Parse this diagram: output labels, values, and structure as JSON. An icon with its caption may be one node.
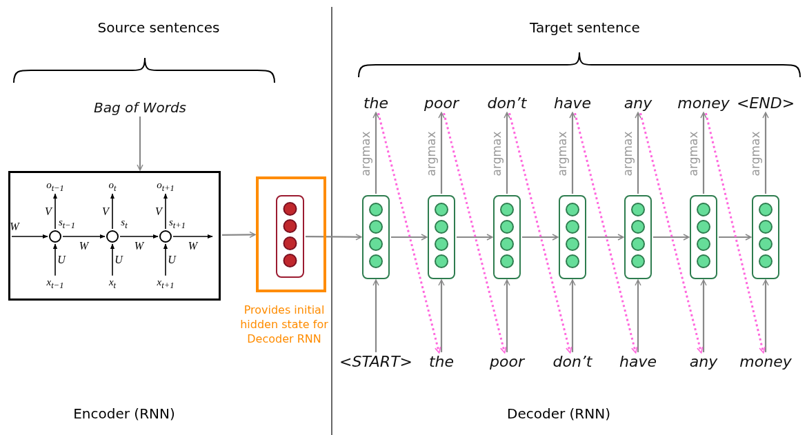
{
  "diagram": {
    "nodes": [
      {
        "text": [
          "Bag of Words"
        ]
      },
      {
        "text": [],
        "shape": "box"
      },
      {
        "text": [],
        "shape": "circle",
        "in": 1,
        "beside": [
          "s$_{t−1}$"
        ]
      },
      {
        "text": [],
        "shape": "circle",
        "in": 1,
        "beside": [
          "s$_{t}$"
        ]
      },
      {
        "text": [],
        "shape": "circle",
        "in": 1,
        "beside": [
          "s$_{t+1}$"
        ]
      },
      {
        "text": [
          "o$_{t−1}$"
        ],
        "in": 1
      },
      {
        "text": [
          "o$_{t}$"
        ],
        "in": 1
      },
      {
        "text": [
          "o$_{t+1}$"
        ],
        "in": 1
      },
      {
        "text": [
          "x$_{t−1}$"
        ],
        "in": 1
      },
      {
        "text": [
          "x$_{t}$"
        ],
        "in": 1
      },
      {
        "text": [
          "x$_{t+1}$"
        ],
        "in": 1
      },
      {
        "text": [],
        "shape": "box",
        "beside": [
          "Provides initial hidden state for Decoder RNN"
        ]
      },
      {
        "text": [],
        "shape": "box",
        "in": 11
      },
      {
        "text": [],
        "shape": "box"
      },
      {
        "text": [],
        "shape": "box"
      },
      {
        "text": [],
        "shape": "box"
      },
      {
        "text": [],
        "shape": "box"
      },
      {
        "text": [],
        "shape": "box"
      },
      {
        "text": [],
        "shape": "box"
      },
      {
        "text": [],
        "shape": "box"
      },
      {
        "text": [
          "the"
        ]
      },
      {
        "text": [
          "poor"
        ]
      },
      {
        "text": [
          "don’t"
        ]
      },
      {
        "text": [
          "have"
        ]
      },
      {
        "text": [
          "any"
        ]
      },
      {
        "text": [
          "money"
        ]
      },
      {
        "text": [
          "<END>"
        ]
      },
      {
        "text": [
          "<START>"
        ]
      },
      {
        "text": [
          "the"
        ]
      },
      {
        "text": [
          "poor"
        ]
      },
      {
        "text": [
          "don’t"
        ]
      },
      {
        "text": [
          "have"
        ]
      },
      {
        "text": [
          "any"
        ]
      },
      {
        "text": [
          "money"
        ]
      }
    ],
    "edges": [
      {
        "from": 0,
        "to": 1,
        "arrow": "to"
      },
      {
        "from": null,
        "to": 2,
        "arrow": "to",
        "label": "W",
        "color": "#000000"
      },
      {
        "from": 2,
        "to": 3,
        "arrow": "to",
        "label": "W",
        "color": "#000000"
      },
      {
        "from": 3,
        "to": 4,
        "arrow": "to",
        "label": "W",
        "color": "#000000"
      },
      {
        "from": 4,
        "to": null,
        "arrow": "to",
        "label": "W",
        "color": "#000000"
      },
      {
        "from": 8,
        "to": 2,
        "arrow": "to",
        "label": "U",
        "color": "#000000"
      },
      {
        "from": 9,
        "to": 3,
        "arrow": "to",
        "label": "U",
        "color": "#000000"
      },
      {
        "from": 10,
        "to": 4,
        "arrow": "to",
        "label": "U",
        "color": "#000000"
      },
      {
        "from": 2,
        "to": 5,
        "arrow": "to",
        "label": "V",
        "color": "#000000"
      },
      {
        "from": 3,
        "to": 6,
        "arrow": "to",
        "label": "V",
        "color": "#000000"
      },
      {
        "from": 4,
        "to": 7,
        "arrow": "to",
        "label": "V",
        "color": "#000000"
      },
      {
        "from": 1,
        "to": 11,
        "arrow": "to"
      },
      {
        "from": 12,
        "to": 13,
        "arrow": "to"
      },
      {
        "from": 13,
        "to": 14,
        "arrow": "to"
      },
      {
        "from": 14,
        "to": 15,
        "arrow": "to"
      },
      {
        "from": 15,
        "to": 16,
        "arrow": "to"
      },
      {
        "from": 16,
        "to": 17,
        "arrow": "to"
      },
      {
        "from": 17,
        "to": 18,
        "arrow": "to"
      },
      {
        "from": 18,
        "to": 19,
        "arrow": "to"
      },
      {
        "from": 27,
        "to": 13,
        "arrow": "to"
      },
      {
        "from": 28,
        "to": 14,
        "arrow": "to"
      },
      {
        "from": 29,
        "to": 15,
        "arrow": "to"
      },
      {
        "from": 30,
        "to": 16,
        "arrow": "to"
      },
      {
        "from": 31,
        "to": 17,
        "arrow": "to"
      },
      {
        "from": 32,
        "to": 18,
        "arrow": "to"
      },
      {
        "from": 33,
        "to": 19,
        "arrow": "to"
      },
      {
        "from": 13,
        "to": 20,
        "arrow": "to",
        "label": "argmax"
      },
      {
        "from": 14,
        "to": 21,
        "arrow": "to",
        "label": "argmax"
      },
      {
        "from": 15,
        "to": 22,
        "arrow": "to",
        "label": "argmax"
      },
      {
        "from": 16,
        "to": 23,
        "arrow": "to",
        "label": "argmax"
      },
      {
        "from": 17,
        "to": 24,
        "arrow": "to",
        "label": "argmax"
      },
      {
        "from": 18,
        "to": 25,
        "arrow": "to",
        "label": "argmax"
      },
      {
        "from": 19,
        "to": 26,
        "arrow": "to",
        "label": "argmax"
      },
      {
        "from": 20,
        "to": 28,
        "arrow": "to",
        "style": "dashed",
        "color": "#ff66dd"
      },
      {
        "from": 21,
        "to": 29,
        "arrow": "to",
        "style": "dashed",
        "color": "#ff66dd"
      },
      {
        "from": 22,
        "to": 30,
        "arrow": "to",
        "style": "dashed",
        "color": "#ff66dd"
      },
      {
        "from": 23,
        "to": 31,
        "arrow": "to",
        "style": "dashed",
        "color": "#ff66dd"
      },
      {
        "from": 24,
        "to": 32,
        "arrow": "to",
        "style": "dashed",
        "color": "#ff66dd"
      },
      {
        "from": 25,
        "to": 33,
        "arrow": "to",
        "style": "dashed",
        "color": "#ff66dd"
      }
    ],
    "labels": [
      "Source sentences",
      "Target sentence",
      "Encoder (RNN)",
      "Decoder (RNN)"
    ]
  }
}
